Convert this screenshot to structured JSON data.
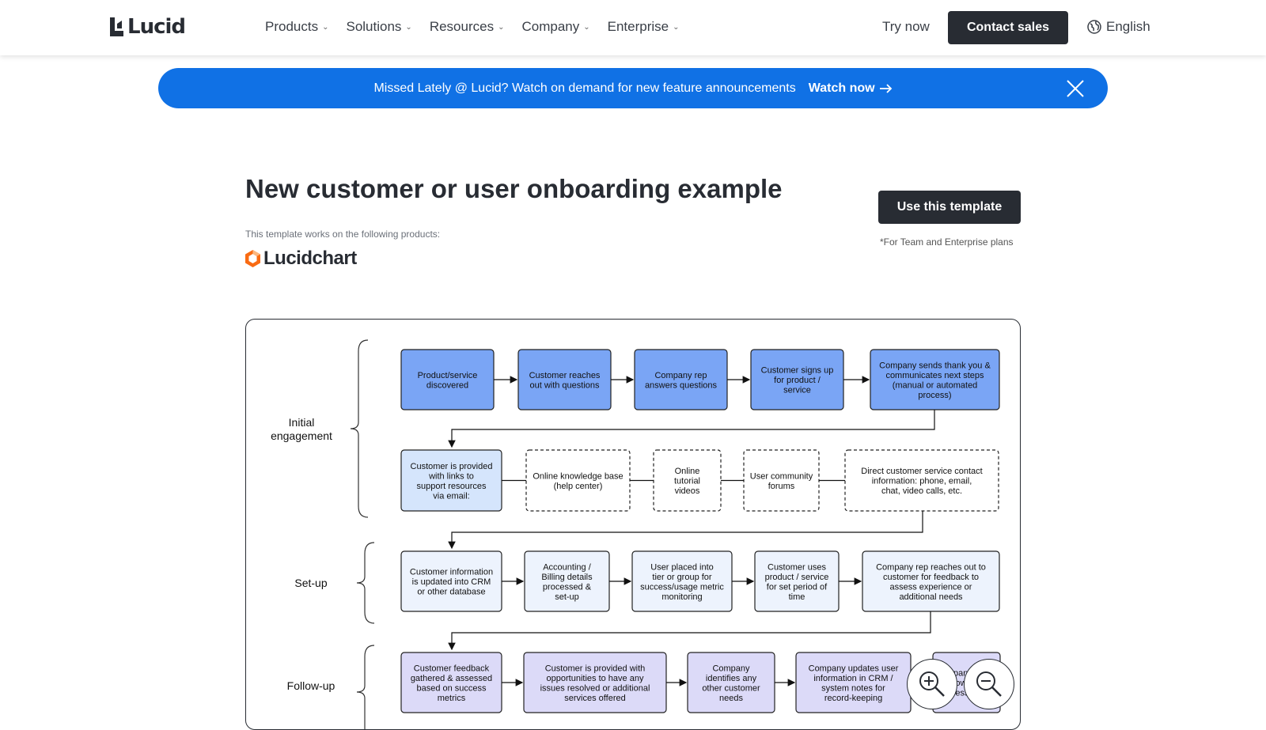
{
  "nav": {
    "logo_text": "Lucid",
    "menu": [
      {
        "label": "Products"
      },
      {
        "label": "Solutions"
      },
      {
        "label": "Resources"
      },
      {
        "label": "Company"
      },
      {
        "label": "Enterprise"
      }
    ],
    "try_now": "Try now",
    "contact_sales": "Contact sales",
    "language": "English"
  },
  "banner": {
    "message": "Missed Lately @ Lucid? Watch on demand for new feature announcements",
    "link": "Watch now",
    "close_icon": "close-icon"
  },
  "page": {
    "title": "New customer or user onboarding example",
    "works_on": "This template works on the following products:",
    "product": "Lucidchart",
    "use_template": "Use this template",
    "plans_note": "*For Team and Enterprise plans"
  },
  "diagram": {
    "stages": [
      "Initial engagement",
      "Set-up",
      "Follow-up"
    ],
    "row1": [
      "Product/service discovered",
      "Customer reaches out with questions",
      "Company rep answers questions",
      "Customer signs up for product / service",
      "Company sends thank you & communicates next steps (manual or automated process)"
    ],
    "row2": [
      "Customer is provided with links to support resources via email:",
      "Online knowledge base (help center)",
      "Online tutorial videos",
      "User community forums",
      "Direct customer service contact information: phone, email, chat, video calls, etc."
    ],
    "row3": [
      "Customer information is updated into CRM or other database",
      "Accounting / Billing details processed & set-up",
      "User placed into tier or group for success/usage metric monitoring",
      "Customer uses product / service for set period of time",
      "Company rep reaches out to customer for feedback to assess experience or additional needs"
    ],
    "row4": [
      "Customer feedback gathered & assessed based on success metrics",
      "Customer is provided with opportunities to have any issues resolved or additional services offered",
      "Company identifies any other customer needs",
      "Company updates user information in CRM / system notes for record-keeping",
      "Company sends follow-up to address needs"
    ],
    "colors": {
      "blue": "#7aa5f5",
      "light_blue": "#d5e5fc",
      "light_blue2": "#edf3fd",
      "purple": "#dcdaf8"
    }
  },
  "zoom": {
    "in_icon": "zoom-in-icon",
    "out_icon": "zoom-out-icon"
  }
}
